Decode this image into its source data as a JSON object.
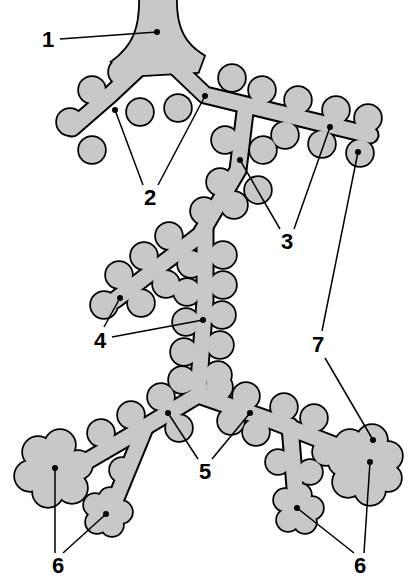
{
  "diagram": {
    "labels": [
      "1",
      "2",
      "3",
      "4",
      "5",
      "6",
      "6",
      "7"
    ]
  }
}
